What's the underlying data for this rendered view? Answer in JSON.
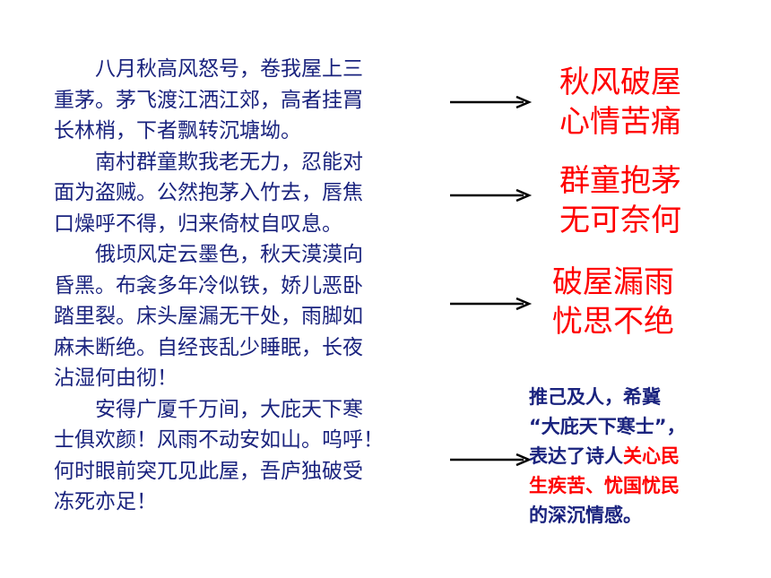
{
  "poem": {
    "lines": [
      "　　八月秋高风怒号，卷我屋上三",
      "重茅。茅飞渡江洒江郊，高者挂罥",
      "长林梢，下者飘转沉塘坳。",
      "　　南村群童欺我老无力，忍能对",
      "面为盗贼。公然抱茅入竹去，唇焦",
      "口燥呼不得，归来倚杖自叹息。",
      "　　俄顷风定云墨色，秋天漠漠向",
      "昏黑。布衾多年冷似铁，娇儿恶卧",
      "踏里裂。床头屋漏无干处，雨脚如",
      "麻未断绝。自经丧乱少睡眠，长夜",
      "沾湿何由彻！",
      "　　安得广厦千万间，大庇天下寒",
      "士俱欢颜！风雨不动安如山。呜呼！",
      "何时眼前突兀见此屋，吾庐独破受",
      "冻死亦足！"
    ]
  },
  "summaries": [
    {
      "line1": "秋风破屋",
      "line2": "心情苦痛"
    },
    {
      "line1": "群童抱茅",
      "line2": "无可奈何"
    },
    {
      "line1": "破屋漏雨",
      "line2": "忧思不绝"
    }
  ],
  "conclusion": {
    "l1": "推己及人，希冀",
    "l2": "“大庇天下寒士”，",
    "l3a": "表达了诗人",
    "l3b": "关心民",
    "l4": "生疾苦、忧国忧民",
    "l5": "的深沉情感。"
  },
  "colors": {
    "poem_text": "#1a237e",
    "summary_text": "#ff0000",
    "conclusion_text": "#1a237e",
    "highlight": "#ff0000",
    "arrow": "#000000"
  }
}
